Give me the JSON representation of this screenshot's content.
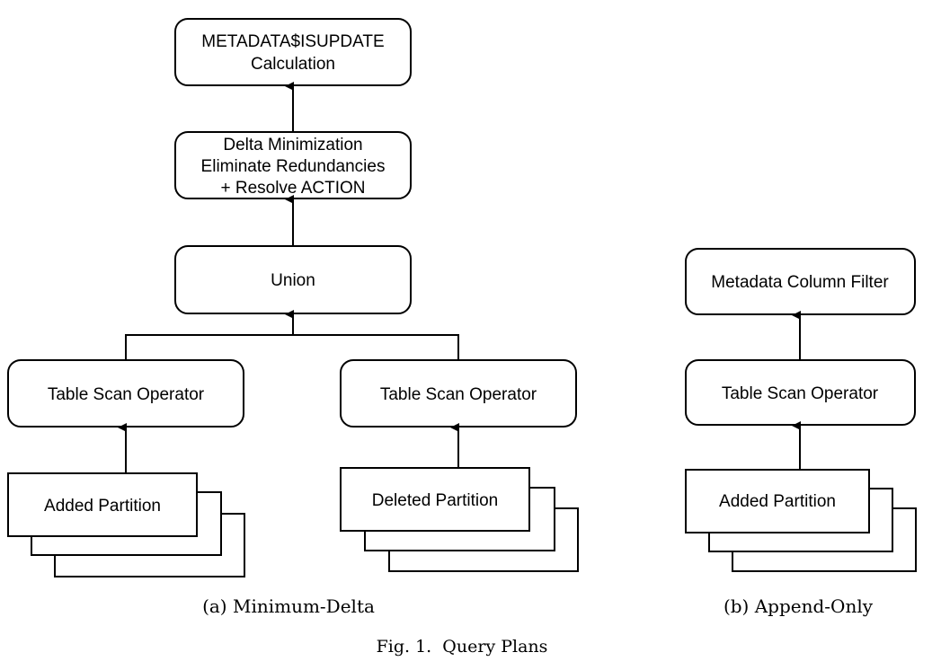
{
  "minimum_delta": {
    "calc_node": {
      "line1": "METADATA$ISUPDATE",
      "line2": "Calculation"
    },
    "minimize_node": {
      "line1": "Delta Minimization",
      "line2": "Eliminate Redundancies",
      "line3": "+ Resolve ACTION"
    },
    "union_node": {
      "label": "Union"
    },
    "scan_left": {
      "label": "Table Scan Operator"
    },
    "scan_right": {
      "label": "Table Scan Operator"
    },
    "added_partition": {
      "label": "Added Partition"
    },
    "deleted_partition": {
      "label": "Deleted Partition"
    },
    "caption": "(a) Minimum-Delta"
  },
  "append_only": {
    "filter_node": {
      "label": "Metadata Column Filter"
    },
    "scan_node": {
      "label": "Table Scan Operator"
    },
    "added_partition": {
      "label": "Added Partition"
    },
    "caption": "(b) Append-Only"
  },
  "figure_caption": "Fig. 1.  Query Plans"
}
